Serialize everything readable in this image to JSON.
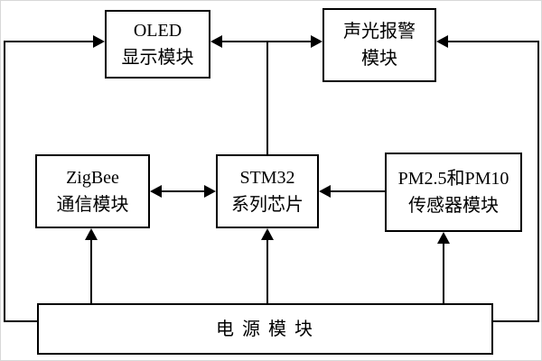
{
  "diagram": {
    "title": "STM32-based air quality monitoring system block diagram",
    "background_color": "#ffffff",
    "line_color": "#000000",
    "blocks": {
      "oled": {
        "line1": "OLED",
        "line2": "显示模块"
      },
      "alarm": {
        "line1": "声光报警",
        "line2": "模块"
      },
      "zigbee": {
        "line1": "ZigBee",
        "line2": "通信模块"
      },
      "stm32": {
        "line1": "STM32",
        "line2": "系列芯片"
      },
      "sensor": {
        "line1": "PM2.5和PM10",
        "line2": "传感器模块"
      },
      "power": {
        "label": "电 源 模 块"
      }
    },
    "connections": [
      {
        "from": "stm32",
        "to": "oled",
        "type": "arrow"
      },
      {
        "from": "stm32",
        "to": "alarm",
        "type": "arrow"
      },
      {
        "from": "power",
        "to": "oled",
        "type": "arrow",
        "route": "left-edge"
      },
      {
        "from": "power",
        "to": "alarm",
        "type": "arrow",
        "route": "right-edge"
      },
      {
        "from": "zigbee",
        "to": "stm32",
        "type": "bidirectional"
      },
      {
        "from": "sensor",
        "to": "stm32",
        "type": "arrow"
      },
      {
        "from": "power",
        "to": "zigbee",
        "type": "arrow"
      },
      {
        "from": "power",
        "to": "stm32",
        "type": "arrow"
      },
      {
        "from": "power",
        "to": "sensor",
        "type": "arrow"
      }
    ]
  }
}
